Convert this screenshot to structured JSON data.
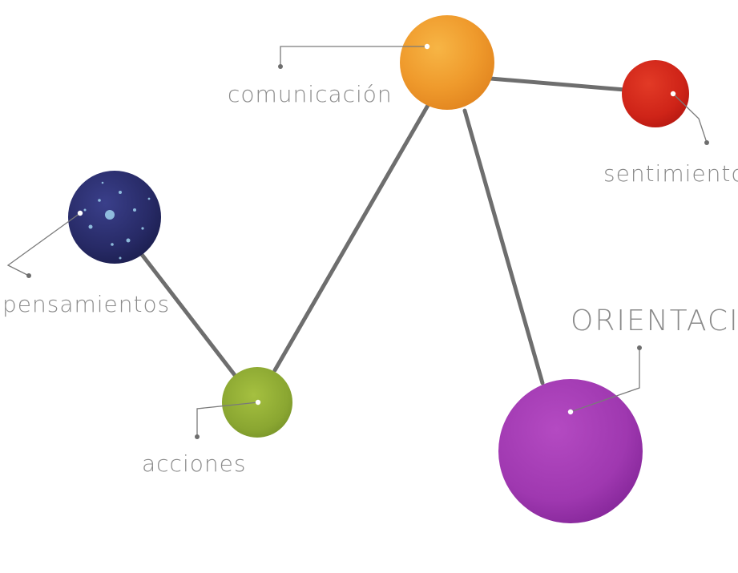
{
  "nodes": [
    {
      "id": "comunicacion",
      "label": "comunicación",
      "color": "#f0a030"
    },
    {
      "id": "sentimientos",
      "label": "sentimientos",
      "color": "#d8281e"
    },
    {
      "id": "pensamientos",
      "label": "pensamientos",
      "color": "#2c2f70"
    },
    {
      "id": "acciones",
      "label": "acciones",
      "color": "#8fac34"
    },
    {
      "id": "orientacion",
      "label": "ORIENTACIÓN",
      "color": "#a23ab2"
    }
  ],
  "edges": [
    [
      "pensamientos",
      "acciones"
    ],
    [
      "acciones",
      "comunicacion"
    ],
    [
      "comunicacion",
      "sentimientos"
    ],
    [
      "comunicacion",
      "orientacion"
    ]
  ]
}
